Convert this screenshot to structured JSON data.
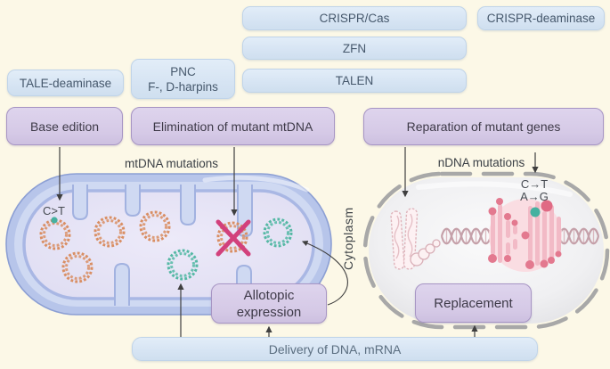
{
  "boxes": {
    "crispr_cas": "CRISPR/Cas",
    "crispr_deaminase": "CRISPR-deaminase",
    "zfn": "ZFN",
    "tale_deaminase": "TALE-deaminase",
    "pnc_line1": "PNC",
    "pnc_line2": "F-, D-harpins",
    "talen": "TALEN",
    "base_edition": "Base edition",
    "elimination": "Elimination of mutant mtDNA",
    "reparation": "Reparation of mutant genes",
    "allotopic_line1": "Allotopic",
    "allotopic_line2": "expression",
    "replacement": "Replacement",
    "delivery": "Delivery of DNA, mRNA"
  },
  "labels": {
    "mtdna_mutations": "mtDNA mutations",
    "ndna_mutations": "nDNA mutations",
    "cytoplasm": "Cytoplasm",
    "mtdna_point_mutation": "C>T",
    "ndna_point_mutation_line1": "C→T",
    "ndna_point_mutation_line2": "A→G"
  },
  "colors": {
    "background": "#fcf8e7",
    "blue_box_fill": "#d9e6f4",
    "blue_box_border": "#c0d4e9",
    "purple_box_fill": "#d6cbe7",
    "purple_box_border": "#a795c4",
    "mitochondrion_membrane": "#b7c5ea",
    "mitochondrion_matrix": "#e4e2f5",
    "mtdna_ring_orange": "#d98e63",
    "mtdna_ring_teal": "#54b8a4",
    "elimination_cross": "#d2417c",
    "cell_fill": "#f2f2f3",
    "cell_membrane": "#a8a8a8",
    "chromosome_pink": "#e8bcc3",
    "mutation_dot_teal": "#45b1a0",
    "mutation_dot_pink": "#e3798f",
    "arrow": "#3f3f3f"
  }
}
